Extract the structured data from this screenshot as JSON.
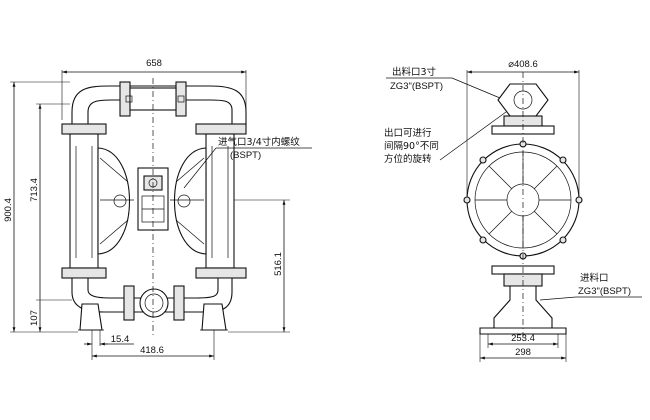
{
  "drawing": {
    "front_view": {
      "dims": {
        "overall_width": "658",
        "overall_height": "900.4",
        "center_height": "713.4",
        "inlet_height": "516.1",
        "base_height": "107",
        "foot_offset": "15.4",
        "foot_span": "418.6"
      },
      "notes": {
        "air_inlet_line1": "进气口3/4寸内螺纹",
        "air_inlet_line2": "(BSPT)"
      }
    },
    "side_view": {
      "dims": {
        "diameter": "⌀408.6",
        "base_inner": "253.4",
        "base_outer": "298"
      },
      "notes": {
        "outlet_line1": "出料口3寸",
        "outlet_line2": "ZG3\"(BSPT)",
        "rotate_line1": "出口可进行",
        "rotate_line2": "间隔90°不同",
        "rotate_line3": "方位的旋转",
        "inlet_line1": "进料口",
        "inlet_line2": "ZG3\"(BSPT)"
      }
    }
  }
}
